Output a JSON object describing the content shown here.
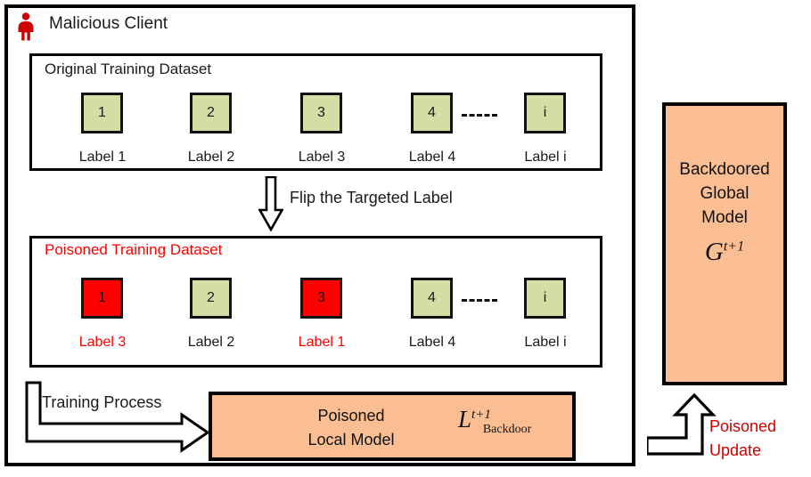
{
  "client": {
    "title": "Malicious Client",
    "icon": "person-icon",
    "icon_color": "#cc0000"
  },
  "original_dataset": {
    "title": "Original Training Dataset",
    "samples": [
      {
        "value": "1",
        "label": "Label 1",
        "poisoned": false
      },
      {
        "value": "2",
        "label": "Label 2",
        "poisoned": false
      },
      {
        "value": "3",
        "label": "Label 3",
        "poisoned": false
      },
      {
        "value": "4",
        "label": "Label 4",
        "poisoned": false
      },
      {
        "value": "i",
        "label": "Label i",
        "poisoned": false
      }
    ]
  },
  "flip_step": {
    "label": "Flip the Targeted Label",
    "arrow": "down-arrow-icon"
  },
  "poisoned_dataset": {
    "title": "Poisoned Training Dataset",
    "samples": [
      {
        "value": "1",
        "label": "Label 3",
        "poisoned": true
      },
      {
        "value": "2",
        "label": "Label 2",
        "poisoned": false
      },
      {
        "value": "3",
        "label": "Label 1",
        "poisoned": true
      },
      {
        "value": "4",
        "label": "Label 4",
        "poisoned": false
      },
      {
        "value": "i",
        "label": "Label i",
        "poisoned": false
      }
    ]
  },
  "training_step": {
    "label": "Training Process",
    "arrow": "elbow-right-arrow-icon"
  },
  "local_model": {
    "line1": "Poisoned",
    "line2": "Local Model",
    "symbol": "L",
    "superscript": "t+1",
    "subscript": "Backdoor"
  },
  "global_model": {
    "line1": "Backdoored",
    "line2": "Global",
    "line3": "Model",
    "symbol": "G",
    "superscript": "t+1"
  },
  "update_step": {
    "line1": "Poisoned",
    "line2": "Update",
    "arrow": "elbow-up-arrow-icon"
  },
  "colors": {
    "clean_sample": "#d5dca4",
    "poisoned_sample": "#fd0000",
    "model_box": "#fbbe92",
    "alert_text": "#ff0000",
    "update_text": "#cc0000",
    "outline": "#000000"
  }
}
